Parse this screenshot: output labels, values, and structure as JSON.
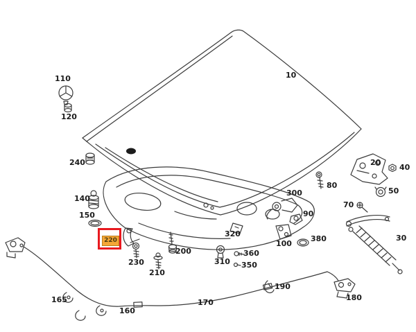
{
  "diagram": {
    "kind": "exploded-parts-diagram",
    "line_color": "#3b3b3b",
    "background": "#ffffff"
  },
  "highlight": {
    "box_color": "#e8191f",
    "marker_color": "#f4a636"
  },
  "parts": [
    {
      "id": "p10",
      "num": "10"
    },
    {
      "id": "p20",
      "num": "20"
    },
    {
      "id": "p30",
      "num": "30"
    },
    {
      "id": "p40",
      "num": "40"
    },
    {
      "id": "p50",
      "num": "50"
    },
    {
      "id": "p70",
      "num": "70"
    },
    {
      "id": "p80",
      "num": "80"
    },
    {
      "id": "p90",
      "num": "90"
    },
    {
      "id": "p100",
      "num": "100"
    },
    {
      "id": "p110",
      "num": "110"
    },
    {
      "id": "p120",
      "num": "120"
    },
    {
      "id": "p140",
      "num": "140"
    },
    {
      "id": "p150",
      "num": "150"
    },
    {
      "id": "p160",
      "num": "160"
    },
    {
      "id": "p165",
      "num": "165"
    },
    {
      "id": "p170",
      "num": "170"
    },
    {
      "id": "p180",
      "num": "180"
    },
    {
      "id": "p190",
      "num": "190"
    },
    {
      "id": "p200",
      "num": "200"
    },
    {
      "id": "p210",
      "num": "210"
    },
    {
      "id": "p220",
      "num": "220"
    },
    {
      "id": "p230",
      "num": "230"
    },
    {
      "id": "p240",
      "num": "240"
    },
    {
      "id": "p300",
      "num": "300"
    },
    {
      "id": "p310",
      "num": "310"
    },
    {
      "id": "p320",
      "num": "320"
    },
    {
      "id": "p350",
      "num": "350"
    },
    {
      "id": "p360",
      "num": "360"
    },
    {
      "id": "p380",
      "num": "380"
    }
  ]
}
